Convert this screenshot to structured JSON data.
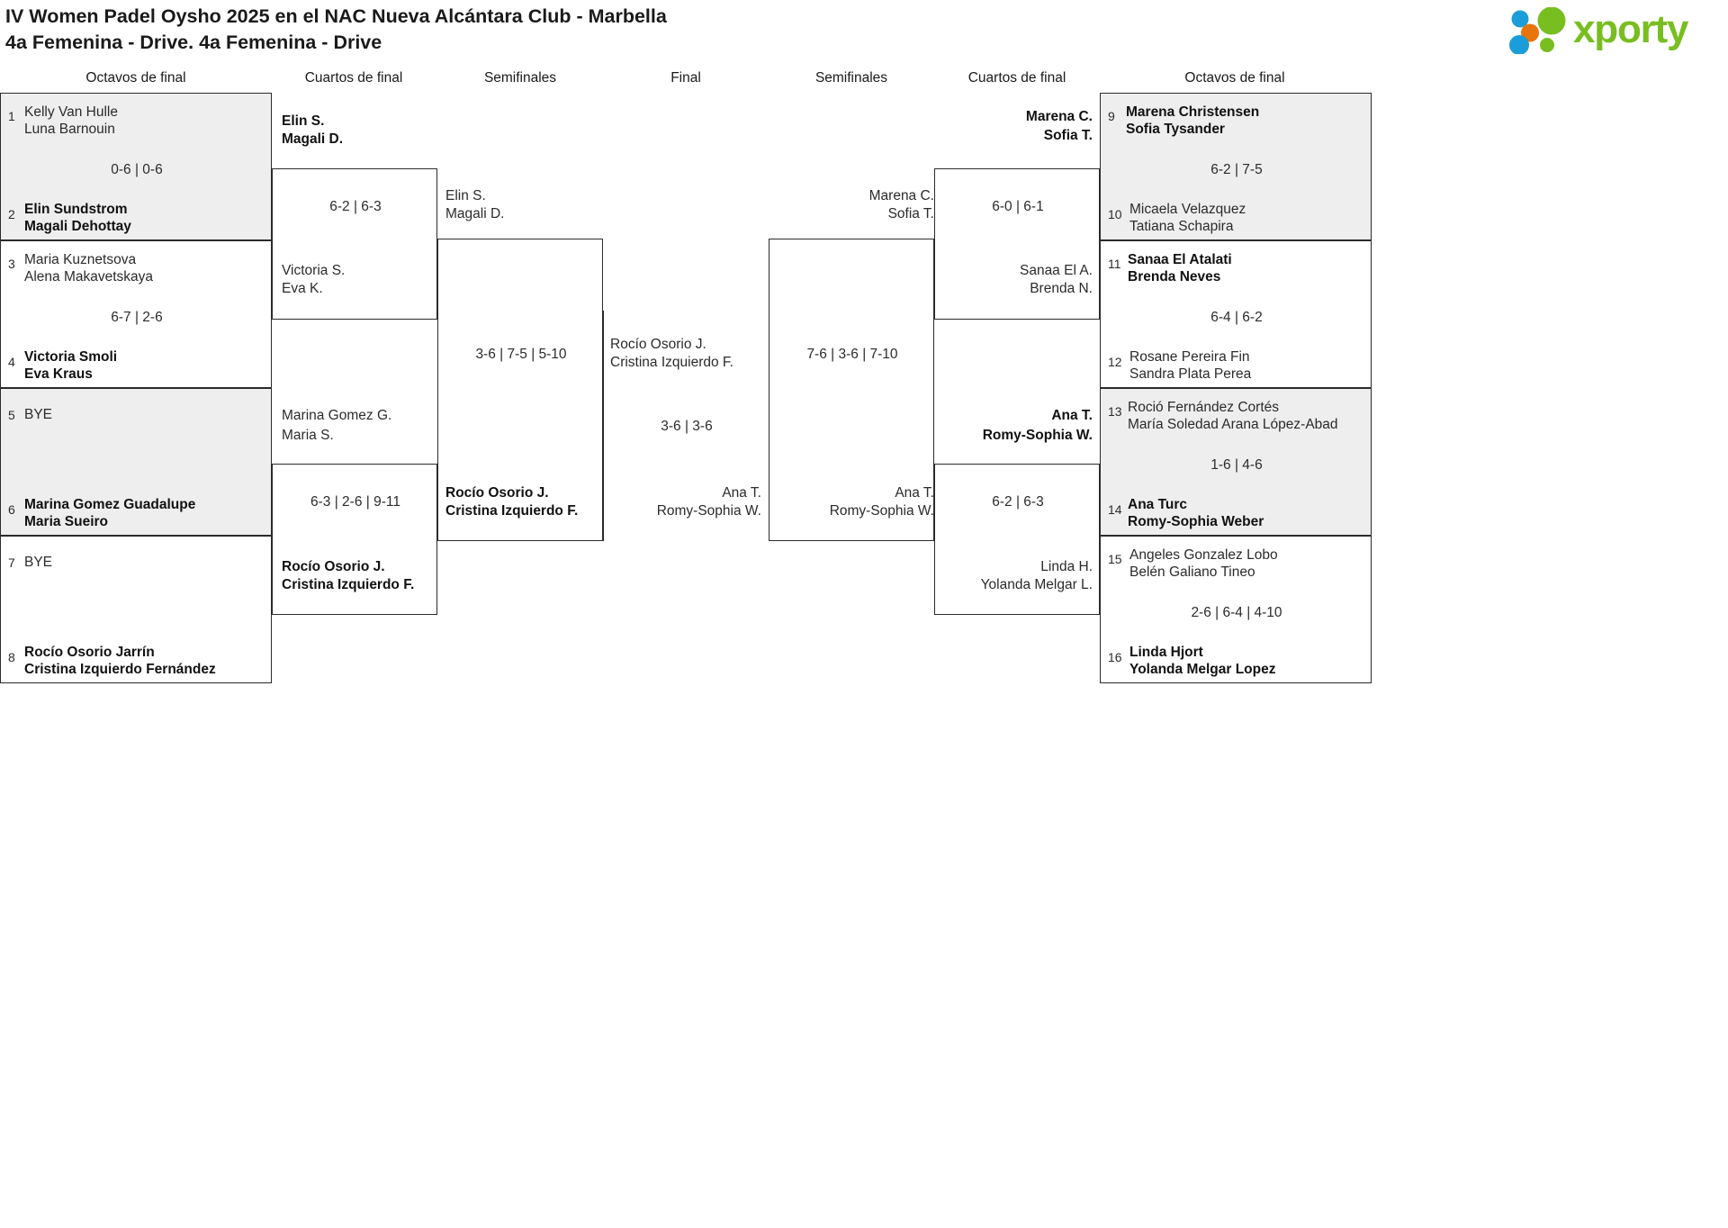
{
  "header": {
    "title_line1": "IV Women Padel Oysho 2025 en el NAC Nueva Alcántara Club - Marbella",
    "title_line2": "4a Femenina - Drive. 4a Femenina - Drive",
    "logo_text": "xporty",
    "logo_colors": {
      "green": "#78be20",
      "blue": "#1b9dd9",
      "orange": "#e8740c"
    }
  },
  "rounds": {
    "left_r16": "Octavos de final",
    "left_qf": "Cuartos de final",
    "left_sf": "Semifinales",
    "final": "Final",
    "right_sf": "Semifinales",
    "right_qf": "Cuartos de final",
    "right_r16": "Octavos de final"
  },
  "left_r16": [
    {
      "seed_top": "1",
      "seed_bottom": "2",
      "top_line1": "Kelly Van Hulle",
      "top_line2": "Luna Barnouin",
      "top_winner": false,
      "bottom_line1": "Elin Sundstrom",
      "bottom_line2": "Magali Dehottay",
      "bottom_winner": true,
      "score": "0-6 | 0-6",
      "shaded": true
    },
    {
      "seed_top": "3",
      "seed_bottom": "4",
      "top_line1": "Maria Kuznetsova",
      "top_line2": "Alena Makavetskaya",
      "top_winner": false,
      "bottom_line1": "Victoria Smoli",
      "bottom_line2": "Eva Kraus",
      "bottom_winner": true,
      "score": "6-7 | 2-6",
      "shaded": false
    },
    {
      "seed_top": "5",
      "seed_bottom": "6",
      "top_line1": "BYE",
      "top_line2": "",
      "top_winner": false,
      "bottom_line1": "Marina Gomez Guadalupe",
      "bottom_line2": "Maria Sueiro",
      "bottom_winner": true,
      "score": "",
      "shaded": true
    },
    {
      "seed_top": "7",
      "seed_bottom": "8",
      "top_line1": "BYE",
      "top_line2": "",
      "top_winner": false,
      "bottom_line1": "Rocío Osorio Jarrín",
      "bottom_line2": "Cristina Izquierdo Fernández",
      "bottom_winner": true,
      "score": "",
      "shaded": false
    }
  ],
  "left_qf": [
    {
      "top_line1": "Elin S.",
      "top_line2": "Magali D.",
      "top_winner": true,
      "bottom_line1": "Victoria S.",
      "bottom_line2": "Eva K.",
      "bottom_winner": false,
      "score": "6-2 | 6-3"
    },
    {
      "top_line1": "Marina Gomez G.",
      "top_line2": "Maria S.",
      "top_winner": false,
      "bottom_line1": "Rocío Osorio J.",
      "bottom_line2": "Cristina Izquierdo F.",
      "bottom_winner": true,
      "score": "6-3 | 2-6 | 9-11"
    }
  ],
  "left_sf": [
    {
      "top_line1": "Elin S.",
      "top_line2": "Magali D.",
      "top_winner": false,
      "bottom_line1": "Rocío Osorio J.",
      "bottom_line2": "Cristina Izquierdo F.",
      "bottom_winner": true,
      "score": "3-6 | 7-5 | 5-10"
    }
  ],
  "final": {
    "left_line1": "Rocío Osorio J.",
    "left_line2": "Cristina Izquierdo F.",
    "left_winner": false,
    "right_line1": "Ana T.",
    "right_line2": "Romy-Sophia W.",
    "right_winner": false,
    "score": "3-6 | 3-6"
  },
  "right_sf": [
    {
      "top_line1": "Marena C.",
      "top_line2": "Sofia T.",
      "top_winner": false,
      "bottom_line1": "Ana T.",
      "bottom_line2": "Romy-Sophia W.",
      "bottom_winner": false,
      "score": "7-6 | 3-6 | 7-10"
    }
  ],
  "right_qf": [
    {
      "top_line1": "Marena C.",
      "top_line2": "Sofia T.",
      "top_winner": true,
      "bottom_line1": "Sanaa El A.",
      "bottom_line2": "Brenda N.",
      "bottom_winner": false,
      "score": "6-0 | 6-1"
    },
    {
      "top_line1": "Ana T.",
      "top_line2": "Romy-Sophia W.",
      "top_winner": true,
      "bottom_line1": "Linda H.",
      "bottom_line2": "Yolanda Melgar L.",
      "bottom_winner": false,
      "score": "6-2 | 6-3"
    }
  ],
  "right_r16": [
    {
      "seed_top": "9",
      "seed_bottom": "10",
      "top_line1": "Marena Christensen",
      "top_line2": "Sofia Tysander",
      "top_winner": true,
      "bottom_line1": "Micaela Velazquez",
      "bottom_line2": "Tatiana Schapira",
      "bottom_winner": false,
      "score": "6-2 | 7-5",
      "shaded": true
    },
    {
      "seed_top": "11",
      "seed_bottom": "12",
      "top_line1": "Sanaa El Atalati",
      "top_line2": "Brenda Neves",
      "top_winner": true,
      "bottom_line1": "Rosane Pereira Fin",
      "bottom_line2": "Sandra Plata Perea",
      "bottom_winner": false,
      "score": "6-4 | 6-2",
      "shaded": false
    },
    {
      "seed_top": "13",
      "seed_bottom": "14",
      "top_line1": "Roció Fernández Cortés",
      "top_line2": "María Soledad Arana López-Abad",
      "top_winner": false,
      "bottom_line1": "Ana Turc",
      "bottom_line2": "Romy-Sophia Weber",
      "bottom_winner": true,
      "score": "1-6 | 4-6",
      "shaded": true
    },
    {
      "seed_top": "15",
      "seed_bottom": "16",
      "top_line1": "Angeles Gonzalez Lobo",
      "top_line2": "Belén Galiano Tineo",
      "top_winner": false,
      "bottom_line1": "Linda Hjort",
      "bottom_line2": "Yolanda Melgar Lopez",
      "bottom_winner": true,
      "score": "2-6 | 6-4 | 4-10",
      "shaded": false
    }
  ]
}
